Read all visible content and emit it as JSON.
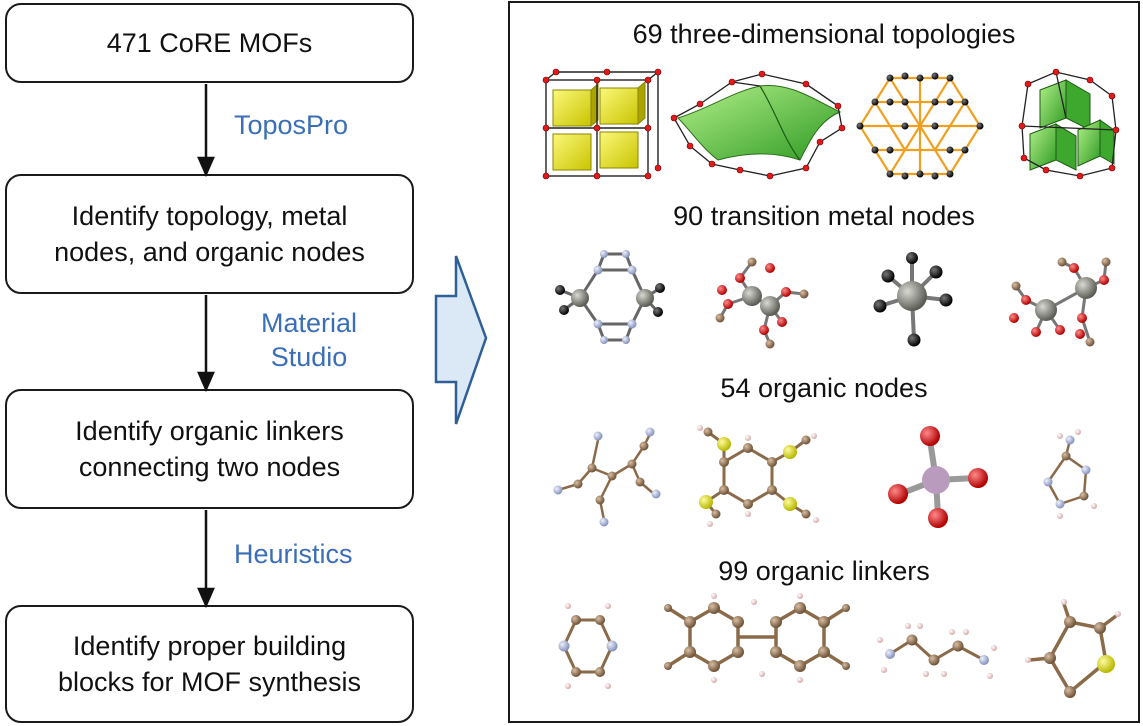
{
  "flow": {
    "steps": [
      {
        "lines": [
          "471 CoRE MOFs"
        ]
      },
      {
        "lines": [
          "Identify topology, metal",
          "nodes, and organic nodes"
        ]
      },
      {
        "lines": [
          "Identify organic linkers",
          "connecting two nodes"
        ]
      },
      {
        "lines": [
          "Identify proper building",
          "blocks for MOF synthesis"
        ]
      }
    ],
    "edges": [
      {
        "lines": [
          "ToposPro"
        ]
      },
      {
        "lines": [
          "Material",
          "Studio"
        ]
      },
      {
        "lines": [
          "Heuristics"
        ]
      }
    ]
  },
  "panel": {
    "sections": [
      {
        "title": "69 three-dimensional topologies"
      },
      {
        "title": "90 transition metal nodes"
      },
      {
        "title": "54 organic nodes"
      },
      {
        "title": "99 organic linkers"
      }
    ]
  },
  "colors": {
    "edge_label": "#3a6fb7",
    "arrow_fill": "#dbe8f6",
    "arrow_stroke": "#2e5f96",
    "carbon": "#8b6a4a",
    "nitrogen": "#a9b4d6",
    "oxygen": "#e01a1a",
    "sulfur": "#e6e62a",
    "hydrogen": "#f2cfcf",
    "metal": "#8a8c84",
    "tile_yellow": "#f2ee2a",
    "tile_green": "#4fc43a",
    "strut_orange": "#f0a020"
  }
}
